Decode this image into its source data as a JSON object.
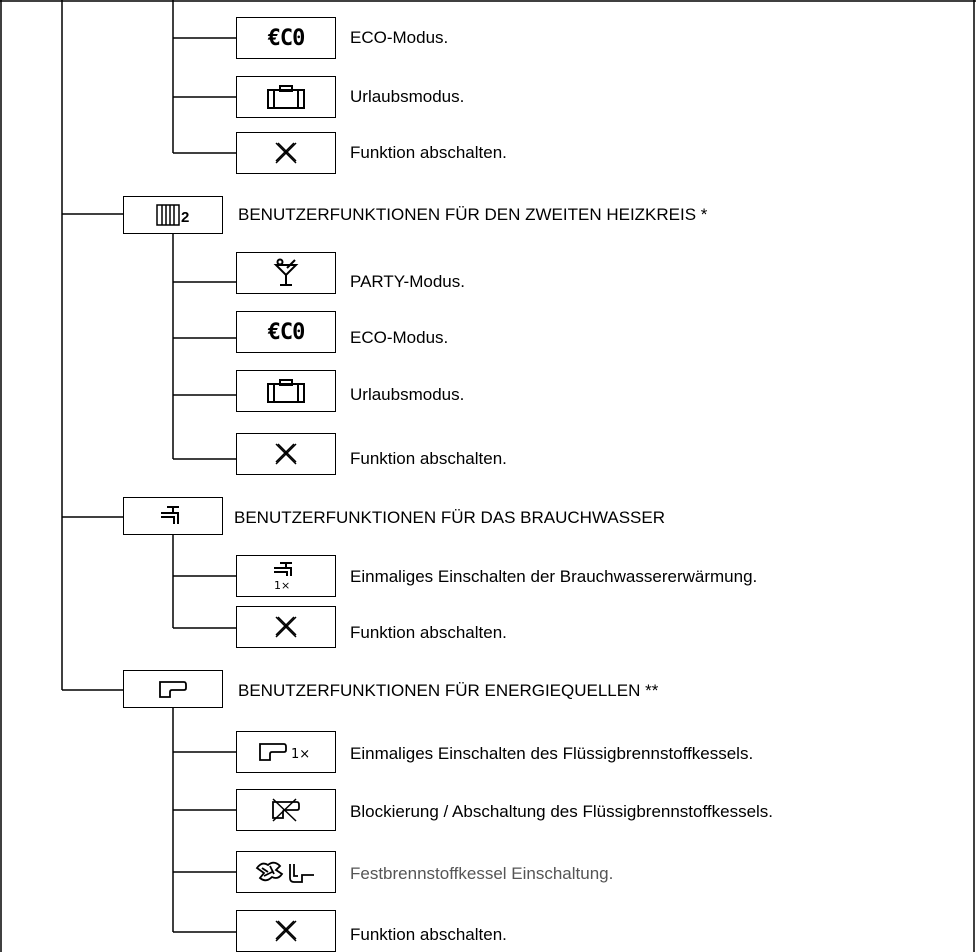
{
  "icons": {
    "eco": "eco-icon",
    "suitcase": "suitcase-icon",
    "cross": "cross-icon",
    "radiator2": "radiator-2-icon",
    "cocktail": "cocktail-icon",
    "tap": "water-tap-icon",
    "tap1x": "water-tap-1x-icon",
    "boiler": "boiler-icon",
    "boiler1x": "boiler-1x-icon",
    "boilerBlocked": "boiler-blocked-icon",
    "solidFuel": "solid-fuel-boiler-icon"
  },
  "icon_text": {
    "eco": "€C0",
    "radiator_number": "2",
    "once": "1×"
  },
  "section1": {
    "items": [
      {
        "label": "ECO-Modus."
      },
      {
        "label": "Urlaubsmodus."
      },
      {
        "label": "Funktion abschalten."
      }
    ]
  },
  "section2": {
    "title": "BENUTZERFUNKTIONEN FÜR DEN ZWEITEN HEIZKREIS *",
    "items": [
      {
        "label": "PARTY-Modus."
      },
      {
        "label": "ECO-Modus."
      },
      {
        "label": "Urlaubsmodus."
      },
      {
        "label": "Funktion abschalten."
      }
    ]
  },
  "section3": {
    "title": "BENUTZERFUNKTIONEN FÜR DAS BRAUCHWASSER",
    "items": [
      {
        "label": "Einmaliges Einschalten der Brauchwassererwärmung."
      },
      {
        "label": "Funktion abschalten."
      }
    ]
  },
  "section4": {
    "title": "BENUTZERFUNKTIONEN FÜR ENERGIEQUELLEN **",
    "items": [
      {
        "label": "Einmaliges Einschalten des Flüssigbrennstoffkessels."
      },
      {
        "label": "Blockierung / Abschaltung des Flüssigbrennstoffkessels."
      },
      {
        "label": "Festbrennstoffkessel Einschaltung."
      },
      {
        "label": "Funktion abschalten."
      }
    ]
  }
}
